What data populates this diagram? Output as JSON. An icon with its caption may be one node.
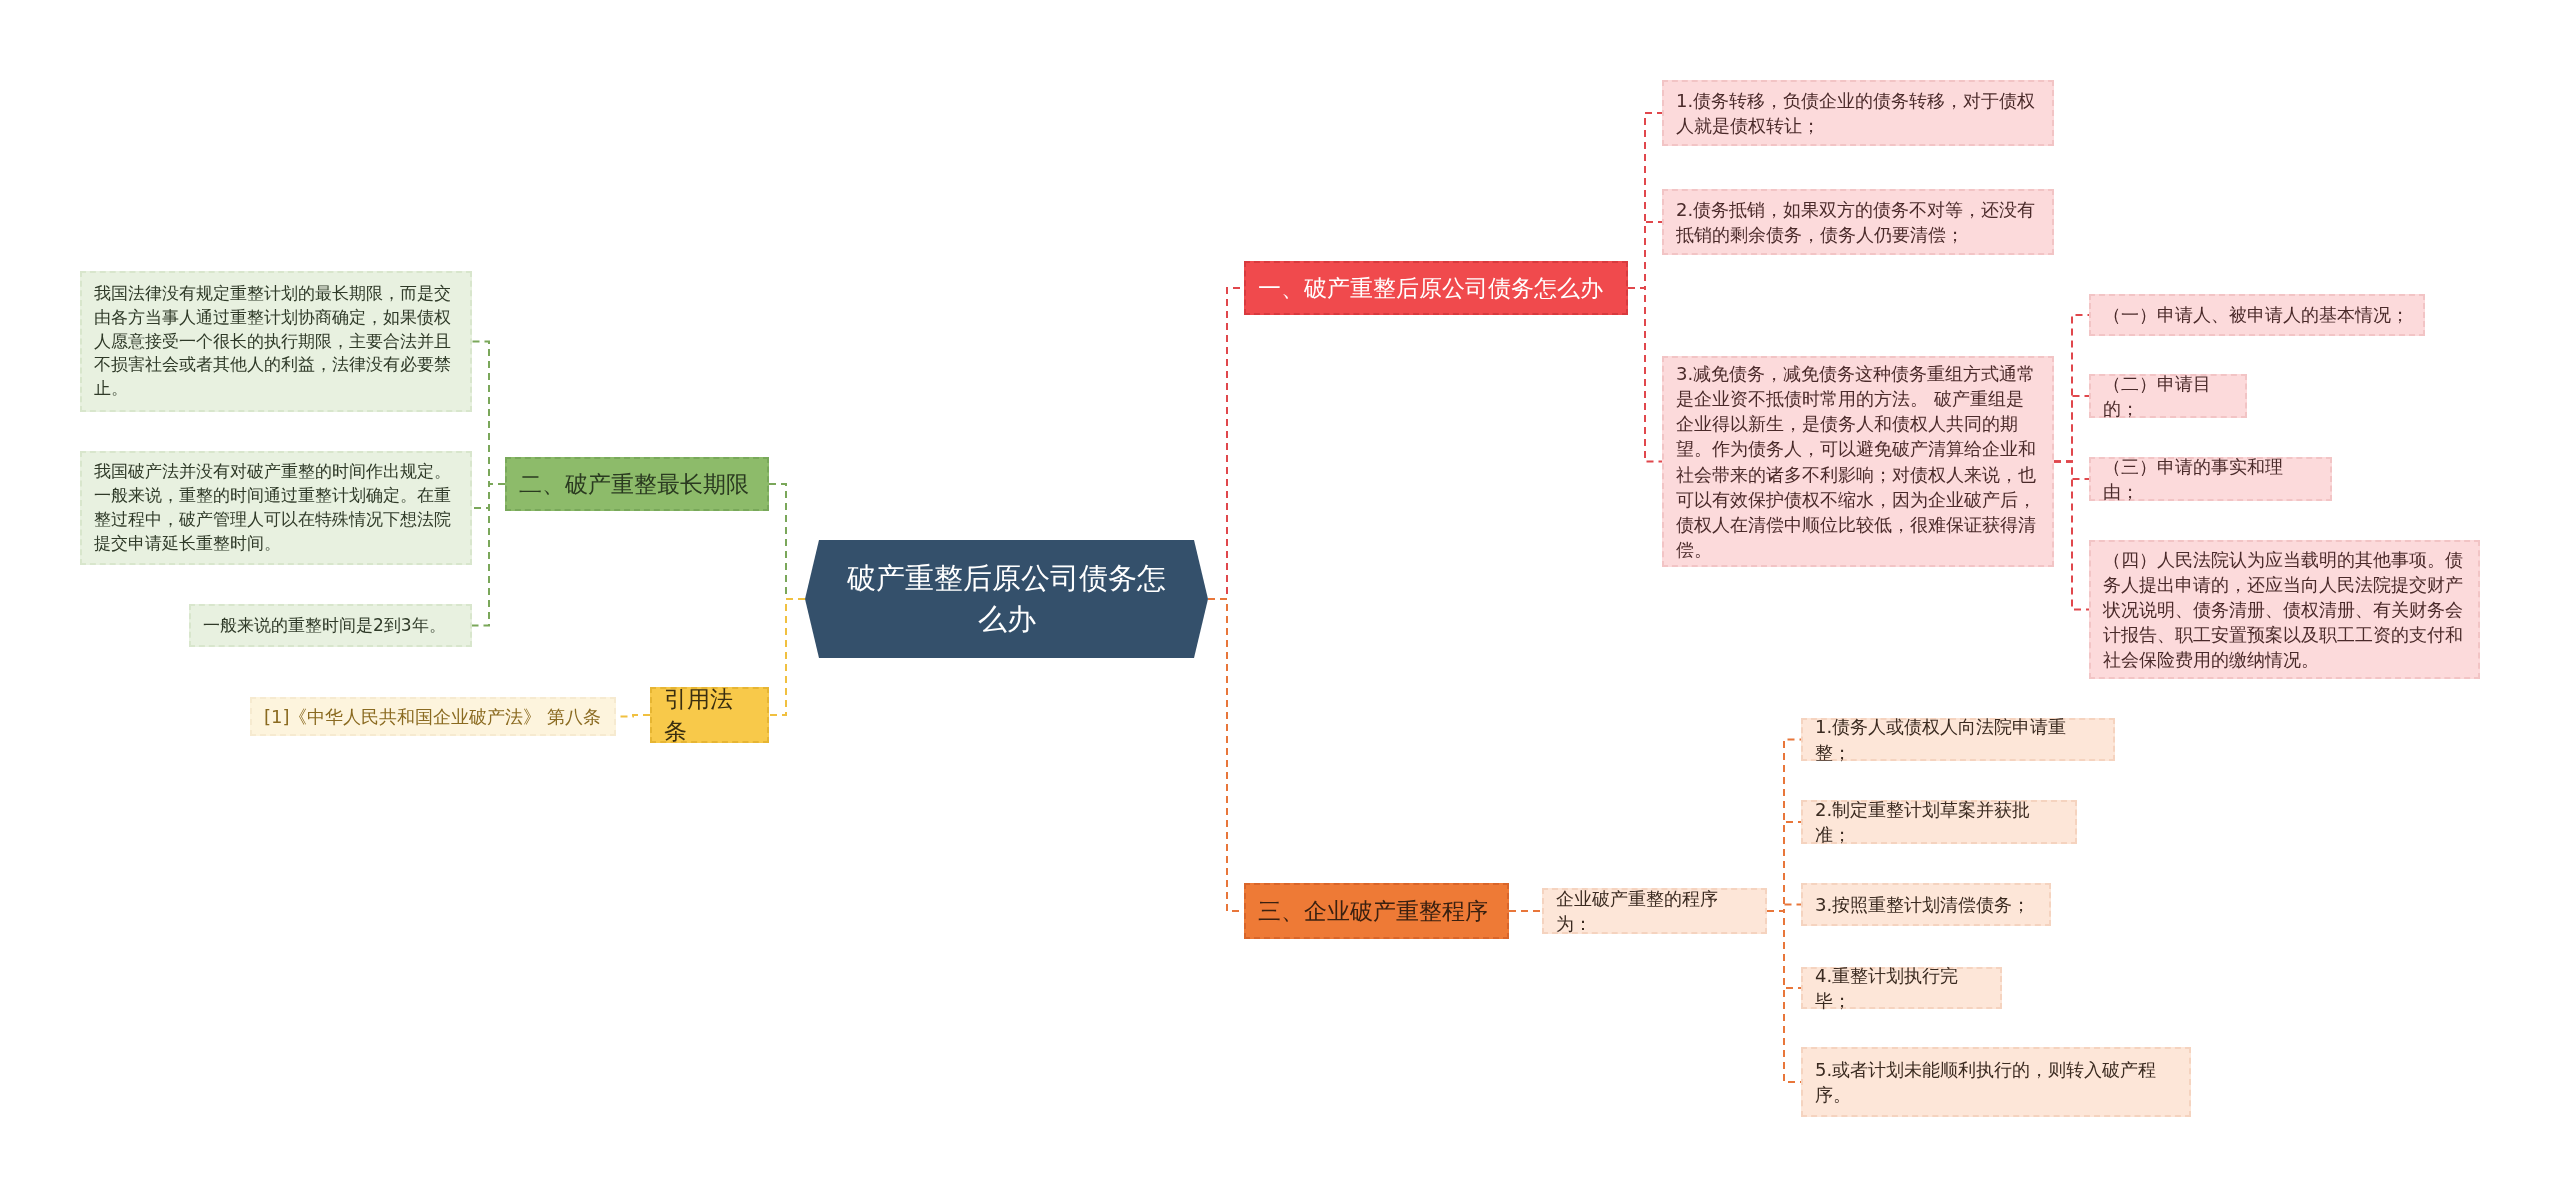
{
  "diagram": {
    "nodes": [
      {
        "text": [
          "破产重整后原公司债务怎么办"
        ]
      },
      {
        "text": [
          "一、破产重整后原公司债务怎么办"
        ]
      },
      {
        "text": [
          "1.债务转移，负债企业的债务转移，对于债权人就是债权转让；"
        ]
      },
      {
        "text": [
          "2.债务抵销，如果双方的债务不对等，还没有抵销的剩余债务，债务人仍要清偿；"
        ]
      },
      {
        "text": [
          "3.减免债务，减免债务这种债务重组方式通常是企业资不抵债时常用的方法。 破产重组是企业得以新生，是债务人和债权人共同的期望。作为债务人，可以避免破产清算给企业和社会带来的诸多不利影响；对债权人来说，也可以有效保护债权不缩水，因为企业破产后，债权人在清偿中顺位比较低，很难保证获得清偿。"
        ]
      },
      {
        "text": [
          "（一）申请人、被申请人的基本情况；"
        ]
      },
      {
        "text": [
          "（二）申请目的；"
        ]
      },
      {
        "text": [
          "（三）申请的事实和理由；"
        ]
      },
      {
        "text": [
          "（四）人民法院认为应当载明的其他事项。债务人提出申请的，还应当向人民法院提交财产状况说明、债务清册、债权清册、有关财务会计报告、职工安置预案以及职工工资的支付和社会保险费用的缴纳情况。"
        ]
      },
      {
        "text": [
          "三、企业破产重整程序"
        ]
      },
      {
        "text": [
          "企业破产重整的程序为："
        ]
      },
      {
        "text": [
          "1.债务人或债权人向法院申请重整；"
        ]
      },
      {
        "text": [
          "2.制定重整计划草案并获批准；"
        ]
      },
      {
        "text": [
          "3.按照重整计划清偿债务；"
        ]
      },
      {
        "text": [
          "4.重整计划执行完毕；"
        ]
      },
      {
        "text": [
          "5.或者计划未能顺利执行的，则转入破产程序。"
        ]
      },
      {
        "text": [
          "二、破产重整最长期限"
        ]
      },
      {
        "text": [
          "我国法律没有规定重整计划的最长期限，而是交由各方当事人通过重整计划协商确定，如果债权人愿意接受一个很长的执行期限，主要合法并且不损害社会或者其他人的利益，法律没有必要禁止。"
        ]
      },
      {
        "text": [
          "我国破产法并没有对破产重整的时间作出规定。一般来说，重整的时间通过重整计划确定。在重整过程中，破产管理人可以在特殊情况下想法院提交申请延长重整时间。"
        ]
      },
      {
        "text": [
          "一般来说的重整时间是2到3年。"
        ]
      },
      {
        "text": [
          "引用法条"
        ]
      },
      {
        "text": [
          "[1]《中华人民共和国企业破产法》 第八条"
        ]
      }
    ],
    "edges": [
      {
        "from": 0,
        "to": 1,
        "arrow": "none",
        "style": "dashed"
      },
      {
        "from": 1,
        "to": 2,
        "arrow": "none",
        "style": "dashed"
      },
      {
        "from": 1,
        "to": 3,
        "arrow": "none",
        "style": "dashed"
      },
      {
        "from": 1,
        "to": 4,
        "arrow": "none",
        "style": "dashed"
      },
      {
        "from": 4,
        "to": 5,
        "arrow": "none",
        "style": "dashed"
      },
      {
        "from": 4,
        "to": 6,
        "arrow": "none",
        "style": "dashed"
      },
      {
        "from": 4,
        "to": 7,
        "arrow": "none",
        "style": "dashed"
      },
      {
        "from": 4,
        "to": 8,
        "arrow": "none",
        "style": "dashed"
      },
      {
        "from": 0,
        "to": 9,
        "arrow": "none",
        "style": "dashed",
        "color": "#e8763a"
      },
      {
        "from": 9,
        "to": 10,
        "arrow": "none",
        "style": "dashed",
        "color": "#e8763a"
      },
      {
        "from": 10,
        "to": 11,
        "arrow": "none",
        "style": "dashed",
        "color": "#e8763a"
      },
      {
        "from": 10,
        "to": 12,
        "arrow": "none",
        "style": "dashed",
        "color": "#e8763a"
      },
      {
        "from": 10,
        "to": 13,
        "arrow": "none",
        "style": "dashed",
        "color": "#e8763a"
      },
      {
        "from": 10,
        "to": 14,
        "arrow": "none",
        "style": "dashed",
        "color": "#e8763a"
      },
      {
        "from": 10,
        "to": 15,
        "arrow": "none",
        "style": "dashed",
        "color": "#e8763a"
      },
      {
        "from": 0,
        "to": 16,
        "arrow": "none",
        "style": "dashed",
        "color": "#7aa75a"
      },
      {
        "from": 16,
        "to": 17,
        "arrow": "none",
        "style": "dashed",
        "color": "#7aa75a"
      },
      {
        "from": 16,
        "to": 18,
        "arrow": "none",
        "style": "dashed",
        "color": "#7aa75a"
      },
      {
        "from": 16,
        "to": 19,
        "arrow": "none",
        "style": "dashed",
        "color": "#7aa75a"
      },
      {
        "from": 0,
        "to": 20,
        "arrow": "none",
        "style": "dashed",
        "color": "#f0c040"
      },
      {
        "from": 20,
        "to": 21,
        "arrow": "none",
        "style": "dashed",
        "color": "#f0c040"
      }
    ]
  }
}
